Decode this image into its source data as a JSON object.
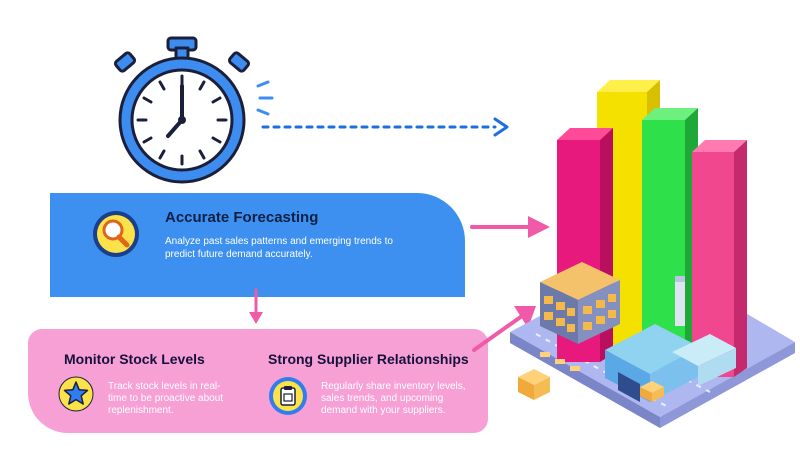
{
  "forecast": {
    "title": "Accurate Forecasting",
    "description": "Analyze past sales patterns and emerging trends to predict future demand accurately."
  },
  "stock": {
    "title": "Monitor Stock Levels",
    "description": "Track stock levels in real-time to be proactive about replenishment."
  },
  "supplier": {
    "title": "Strong Supplier Relationships",
    "description": "Regularly share inventory levels, sales trends, and upcoming demand with your suppliers."
  },
  "icons": {
    "stopwatch": "stopwatch-icon",
    "forecast": "magnifier-icon",
    "stock": "star-icon",
    "supplier": "clipboard-icon"
  },
  "colors": {
    "blue_card": "#3d90f0",
    "pink_card": "#f7a0d6",
    "arrow_pink": "#f05aa8",
    "arrow_blue": "#1c6fe0",
    "bar_magenta": "#e8197d",
    "bar_yellow": "#f5e100",
    "bar_green": "#2ee04a",
    "bar_pink": "#f0478f"
  }
}
